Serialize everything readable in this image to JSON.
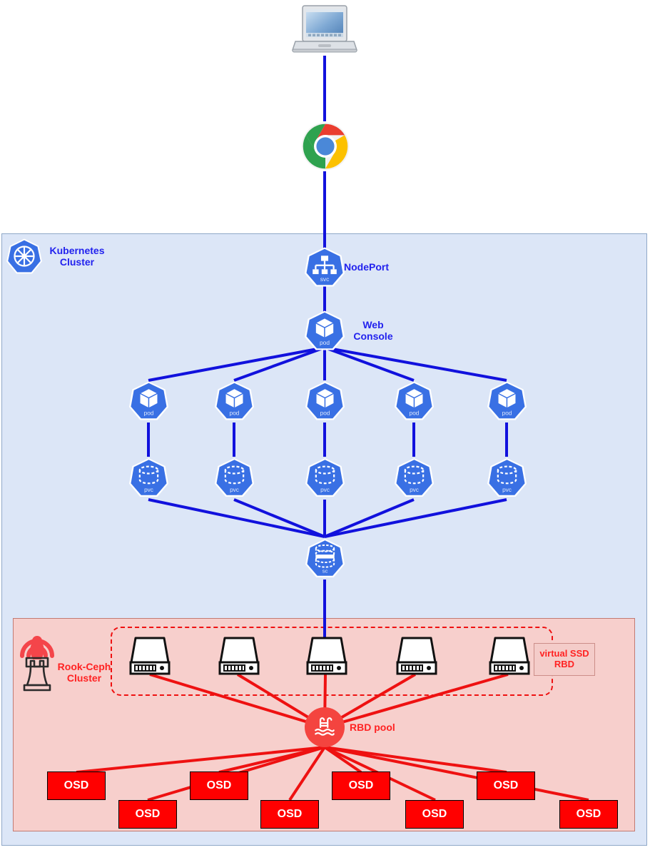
{
  "diagram": {
    "title": "Kubernetes Rook-Ceph storage architecture",
    "colors": {
      "k8s_blue": "#3970e4",
      "edge_blue": "#1111dd",
      "k8s_box_fill": "#dce6f7",
      "ceph_box_fill": "#f7cfcc",
      "ceph_red": "#ff2222",
      "osd_red": "#ff0000",
      "rbd_pool_red": "#f4443f"
    }
  },
  "client": {
    "laptop": {
      "icon": "laptop-icon",
      "label": ""
    },
    "browser": {
      "icon": "chrome-icon",
      "label": ""
    }
  },
  "k8s_cluster": {
    "label": "Kubernetes\nCluster",
    "logo_icon": "kubernetes-logo-icon",
    "nodeport": {
      "label": "NodePort",
      "badge": "svc",
      "icon": "service-icon"
    },
    "web_console": {
      "label": "Web\nConsole",
      "badge": "pod",
      "icon": "pod-icon"
    },
    "pods": [
      {
        "badge": "pod",
        "icon": "pod-icon"
      },
      {
        "badge": "pod",
        "icon": "pod-icon"
      },
      {
        "badge": "pod",
        "icon": "pod-icon"
      },
      {
        "badge": "pod",
        "icon": "pod-icon"
      },
      {
        "badge": "pod",
        "icon": "pod-icon"
      }
    ],
    "pvcs": [
      {
        "badge": "pvc",
        "icon": "pvc-icon"
      },
      {
        "badge": "pvc",
        "icon": "pvc-icon"
      },
      {
        "badge": "pvc",
        "icon": "pvc-icon"
      },
      {
        "badge": "pvc",
        "icon": "pvc-icon"
      },
      {
        "badge": "pvc",
        "icon": "pvc-icon"
      }
    ],
    "storage_class": {
      "badge": "sc",
      "icon": "storageclass-icon",
      "label": ""
    }
  },
  "rook_ceph_cluster": {
    "label": "Rook-Ceph\nCluster",
    "logo_icon": "rook-ceph-logo-icon",
    "virtual_ssd": {
      "label": "virtual SSD\nRBD"
    },
    "disks": [
      {
        "icon": "disk-icon"
      },
      {
        "icon": "disk-icon"
      },
      {
        "icon": "disk-icon"
      },
      {
        "icon": "disk-icon"
      },
      {
        "icon": "disk-icon"
      }
    ],
    "rbd_pool": {
      "label": "RBD pool",
      "icon": "pool-icon"
    },
    "osds": [
      {
        "label": "OSD"
      },
      {
        "label": "OSD"
      },
      {
        "label": "OSD"
      },
      {
        "label": "OSD"
      },
      {
        "label": "OSD"
      },
      {
        "label": "OSD"
      },
      {
        "label": "OSD"
      },
      {
        "label": "OSD"
      }
    ]
  }
}
